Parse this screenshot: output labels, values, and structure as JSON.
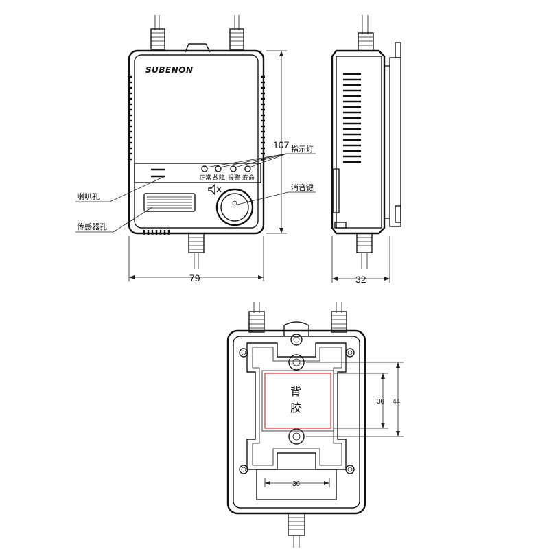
{
  "brand": "SUBENON",
  "front_view": {
    "width_dim": "79",
    "height_dim": "107",
    "indicator_light_label": "指示灯",
    "indicator_names": [
      "正常",
      "故障",
      "报警",
      "寿命"
    ],
    "speaker_hole_label": "喇叭孔",
    "sensor_hole_label": "传感器孔",
    "mute_key_label": "消音键"
  },
  "side_view": {
    "depth_dim": "32"
  },
  "back_view": {
    "glue_label_line1": "背",
    "glue_label_line2": "胶",
    "dim_30": "30",
    "dim_44": "44",
    "dim_36": "36"
  },
  "colors": {
    "line": "#1a1a1a",
    "adhesive_border": "#e06060"
  }
}
